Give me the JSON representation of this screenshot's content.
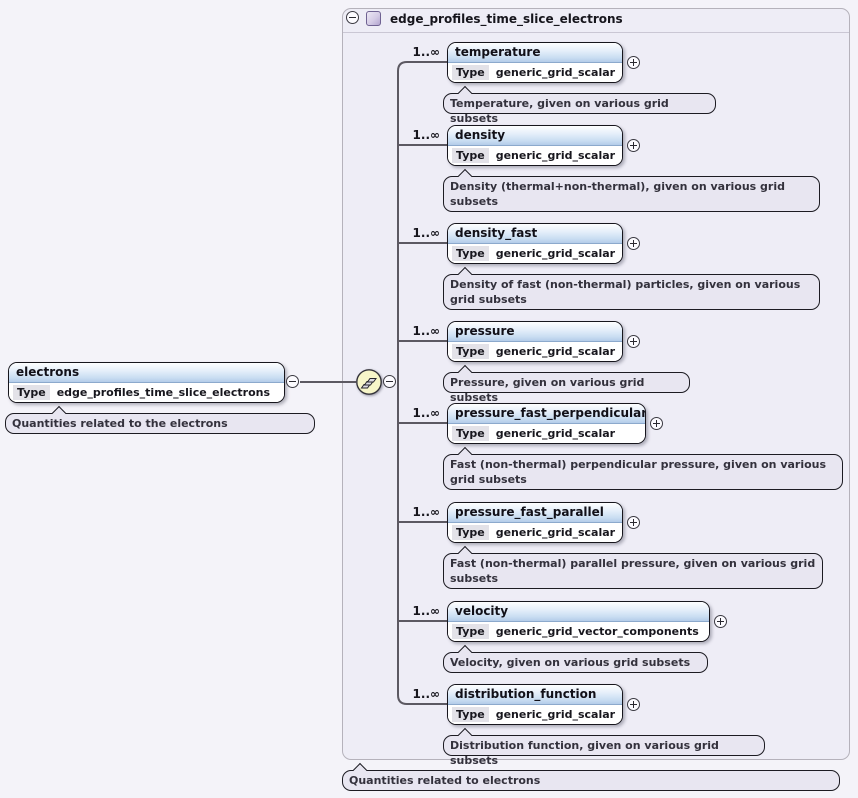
{
  "labels": {
    "type_key": "Type",
    "occurrence": "1..∞",
    "collapse_glyph": "−",
    "expand_glyph": "+"
  },
  "root_element": {
    "name": "electrons",
    "type": "edge_profiles_time_slice_electrons",
    "annotation": "Quantities related to the electrons"
  },
  "container": {
    "title": "edge_profiles_time_slice_electrons",
    "annotation": "Quantities related to electrons"
  },
  "children": [
    {
      "name": "temperature",
      "type": "generic_grid_scalar",
      "annotation": "Temperature, given on various grid subsets"
    },
    {
      "name": "density",
      "type": "generic_grid_scalar",
      "annotation": "Density (thermal+non-thermal), given on various grid subsets"
    },
    {
      "name": "density_fast",
      "type": "generic_grid_scalar",
      "annotation": "Density of fast (non-thermal) particles, given on various grid subsets"
    },
    {
      "name": "pressure",
      "type": "generic_grid_scalar",
      "annotation": "Pressure, given on various grid subsets"
    },
    {
      "name": "pressure_fast_perpendicular",
      "type": "generic_grid_scalar",
      "annotation": "Fast (non-thermal) perpendicular pressure, given on various grid subsets"
    },
    {
      "name": "pressure_fast_parallel",
      "type": "generic_grid_scalar",
      "annotation": "Fast (non-thermal) parallel pressure, given on various grid subsets"
    },
    {
      "name": "velocity",
      "type": "generic_grid_vector_components",
      "annotation": "Velocity, given on various grid subsets"
    },
    {
      "name": "distribution_function",
      "type": "generic_grid_scalar",
      "annotation": "Distribution function, given on various grid subsets"
    }
  ],
  "colors": {
    "page_bg": "#f4f3f9",
    "container_bg": "#eeedf6",
    "container_border": "#b5b2bb",
    "node_header_top": "#fdfeff",
    "node_header_bottom": "#b4cce9",
    "annotation_bg": "#e8e6f1",
    "compositor_fill": "#f7f6c9",
    "wire": "#5c5962"
  }
}
